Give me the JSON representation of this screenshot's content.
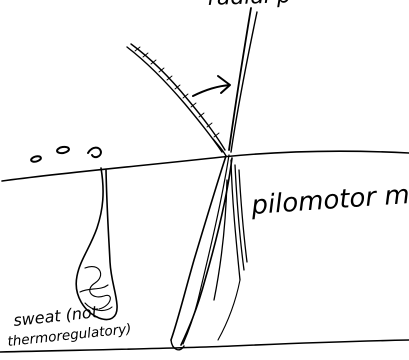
{
  "diagram": {
    "labels": {
      "top_partial": "radial p",
      "muscle": "pilomotor m.",
      "gland_line1": "sweat (not",
      "gland_line2": "thermoregulatory)"
    },
    "colors": {
      "ink": "#000000",
      "paper": "#ffffff"
    }
  }
}
